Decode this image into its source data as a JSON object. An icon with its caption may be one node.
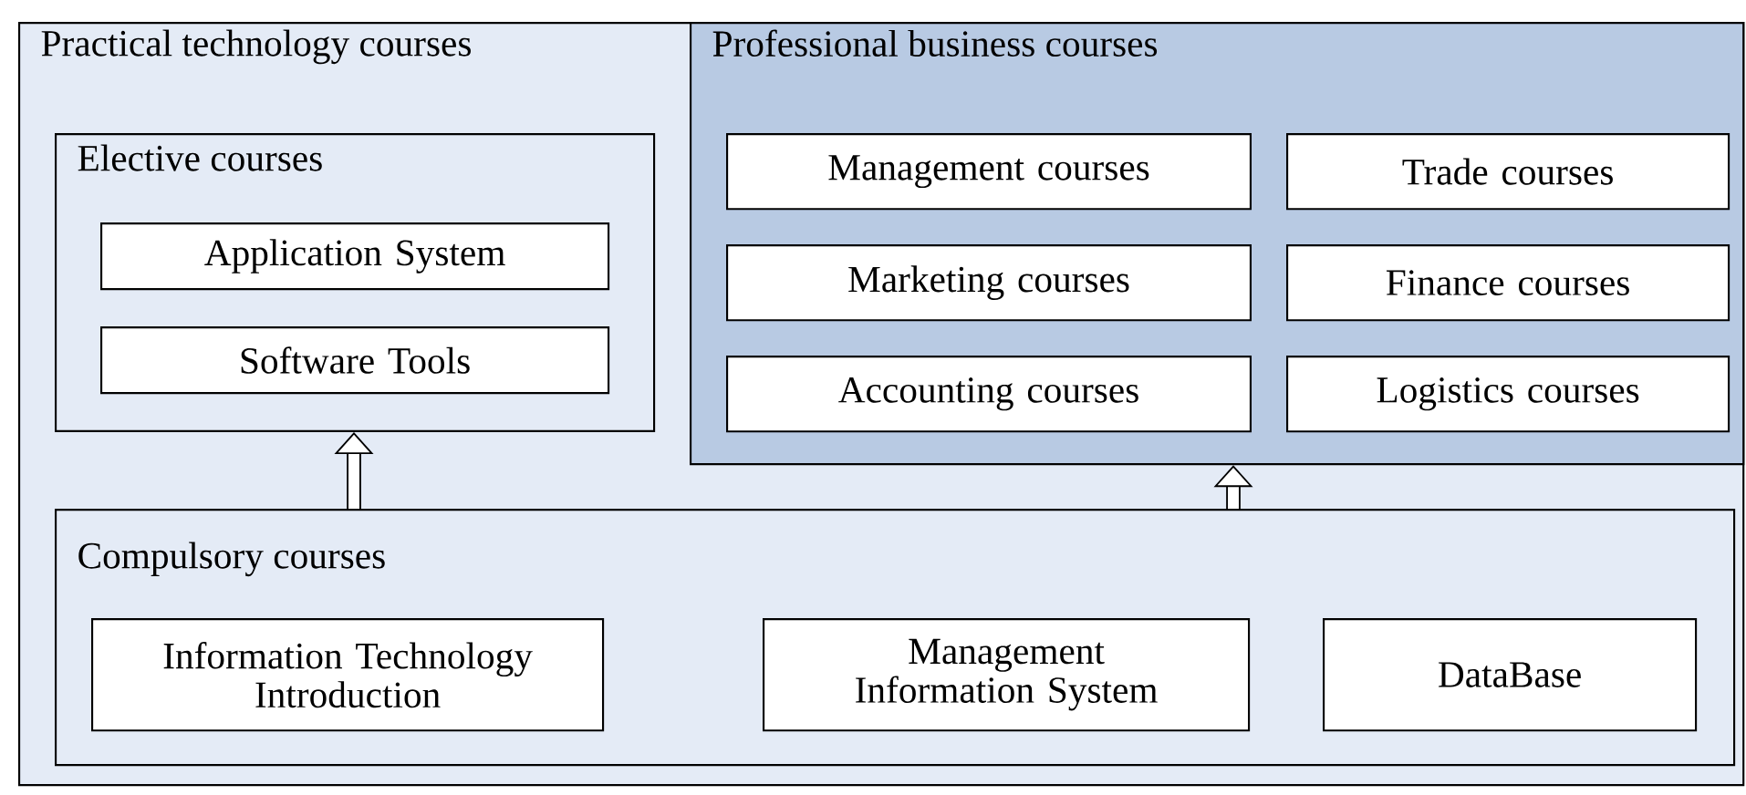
{
  "diagram": {
    "nodes": [
      {
        "text": [
          "Practical technology courses"
        ]
      },
      {
        "text": [
          "Elective courses"
        ],
        "in": 0
      },
      {
        "text": [
          "Application System"
        ],
        "in": 1
      },
      {
        "text": [
          "Software Tools"
        ],
        "in": 1
      },
      {
        "text": [
          "Professional business courses"
        ],
        "in": 0
      },
      {
        "text": [
          "Management courses"
        ],
        "in": 4
      },
      {
        "text": [
          "Trade courses"
        ],
        "in": 4
      },
      {
        "text": [
          "Marketing courses"
        ],
        "in": 4
      },
      {
        "text": [
          "Finance courses"
        ],
        "in": 4
      },
      {
        "text": [
          "Accounting courses"
        ],
        "in": 4
      },
      {
        "text": [
          "Logistics courses"
        ],
        "in": 4
      },
      {
        "text": [
          "Compulsory courses"
        ],
        "in": 0
      },
      {
        "text": [
          "Information Technology Introduction"
        ],
        "in": 11
      },
      {
        "text": [
          "Management Information System"
        ],
        "in": 11
      },
      {
        "text": [
          "DataBase"
        ],
        "in": 11
      }
    ],
    "edges": [
      {
        "from": 11,
        "to": 1,
        "arrow": "to"
      },
      {
        "from": 11,
        "to": 4,
        "arrow": "to"
      }
    ]
  }
}
